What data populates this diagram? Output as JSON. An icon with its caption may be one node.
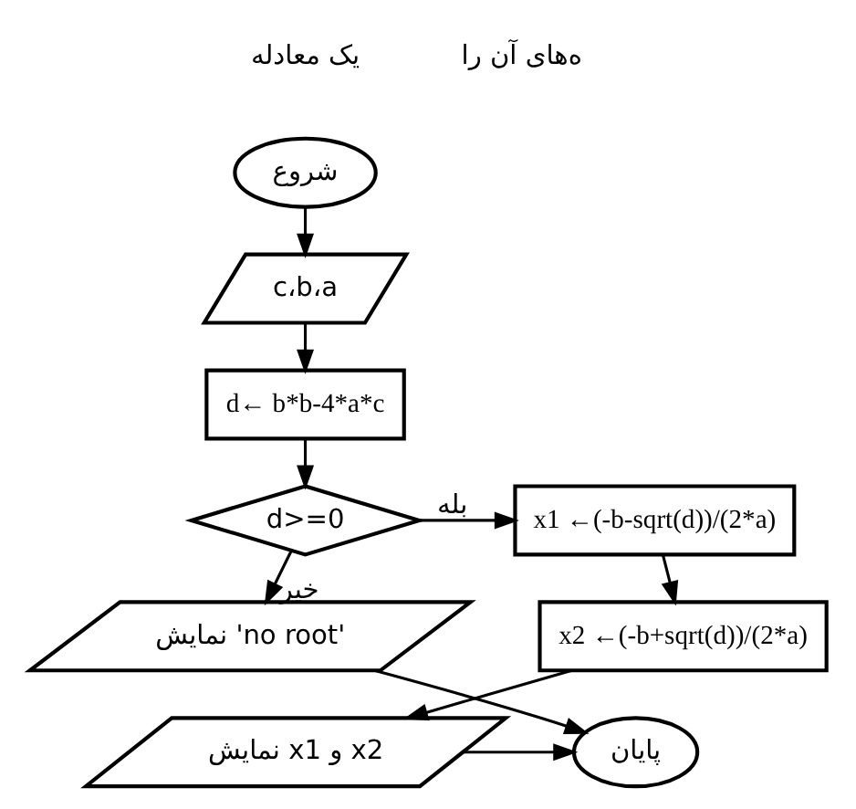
{
  "diagram": {
    "nodes": [
      {
        "text": [
          "شروع"
        ]
      },
      {
        "text": [
          "c،b،a"
        ]
      },
      {
        "text": [
          "d← b*b-4*a*c"
        ]
      },
      {
        "text": [
          "d>=0"
        ]
      },
      {
        "text": [
          "x1 ←(-b-sqrt(d))/(2*a)"
        ]
      },
      {
        "text": [
          "نمایش 'no root'"
        ]
      },
      {
        "text": [
          "x2 ←(-b+sqrt(d))/(2*a)"
        ]
      },
      {
        "text": [
          "نمایش x1 و x2"
        ]
      },
      {
        "text": [
          "پایان"
        ]
      }
    ],
    "edges": [
      {
        "from": 0,
        "to": 1,
        "arrow": "to"
      },
      {
        "from": 1,
        "to": 2,
        "arrow": "to"
      },
      {
        "from": 2,
        "to": 3,
        "arrow": "to"
      },
      {
        "from": 3,
        "to": 4,
        "arrow": "to",
        "label": "بله"
      },
      {
        "from": 3,
        "to": 5,
        "arrow": "to",
        "label": "خیر"
      },
      {
        "from": 4,
        "to": 6,
        "arrow": "to"
      },
      {
        "from": 6,
        "to": 7,
        "arrow": "to"
      },
      {
        "from": 5,
        "to": 8,
        "arrow": "to"
      },
      {
        "from": 7,
        "to": 8,
        "arrow": "to"
      }
    ],
    "labels": [
      "یک معادله",
      "ه‌های آن را"
    ]
  }
}
